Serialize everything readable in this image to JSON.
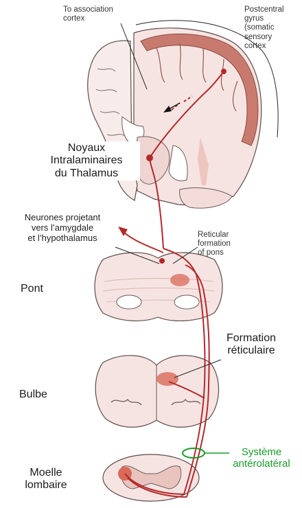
{
  "labels": {
    "association": "To association\ncortex",
    "postcentral": "Postcentral\ngyrus\n(somatic\nsensory\ncortex",
    "noyaux": "Noyaux\nIntralaminaires\ndu Thalamus",
    "neurones": "Neurones projetant\nvers l’amygdale\net l’hypothalamus",
    "reticular_pons": "Reticular\nformation\nof pons",
    "pont": "Pont",
    "formation": "Formation\nréticulaire",
    "bulbe": "Bulbe",
    "systeme": "Système\nantérolatéral",
    "moelle": "Moelle\nlombaire"
  },
  "colors": {
    "pathway": "#b5282a",
    "cortex_dark": "#c97a6e",
    "tissue": "#f6e4e2",
    "outline": "#5a4a4a",
    "nucleus": "#d96a5a",
    "green": "#1a9a2a"
  }
}
